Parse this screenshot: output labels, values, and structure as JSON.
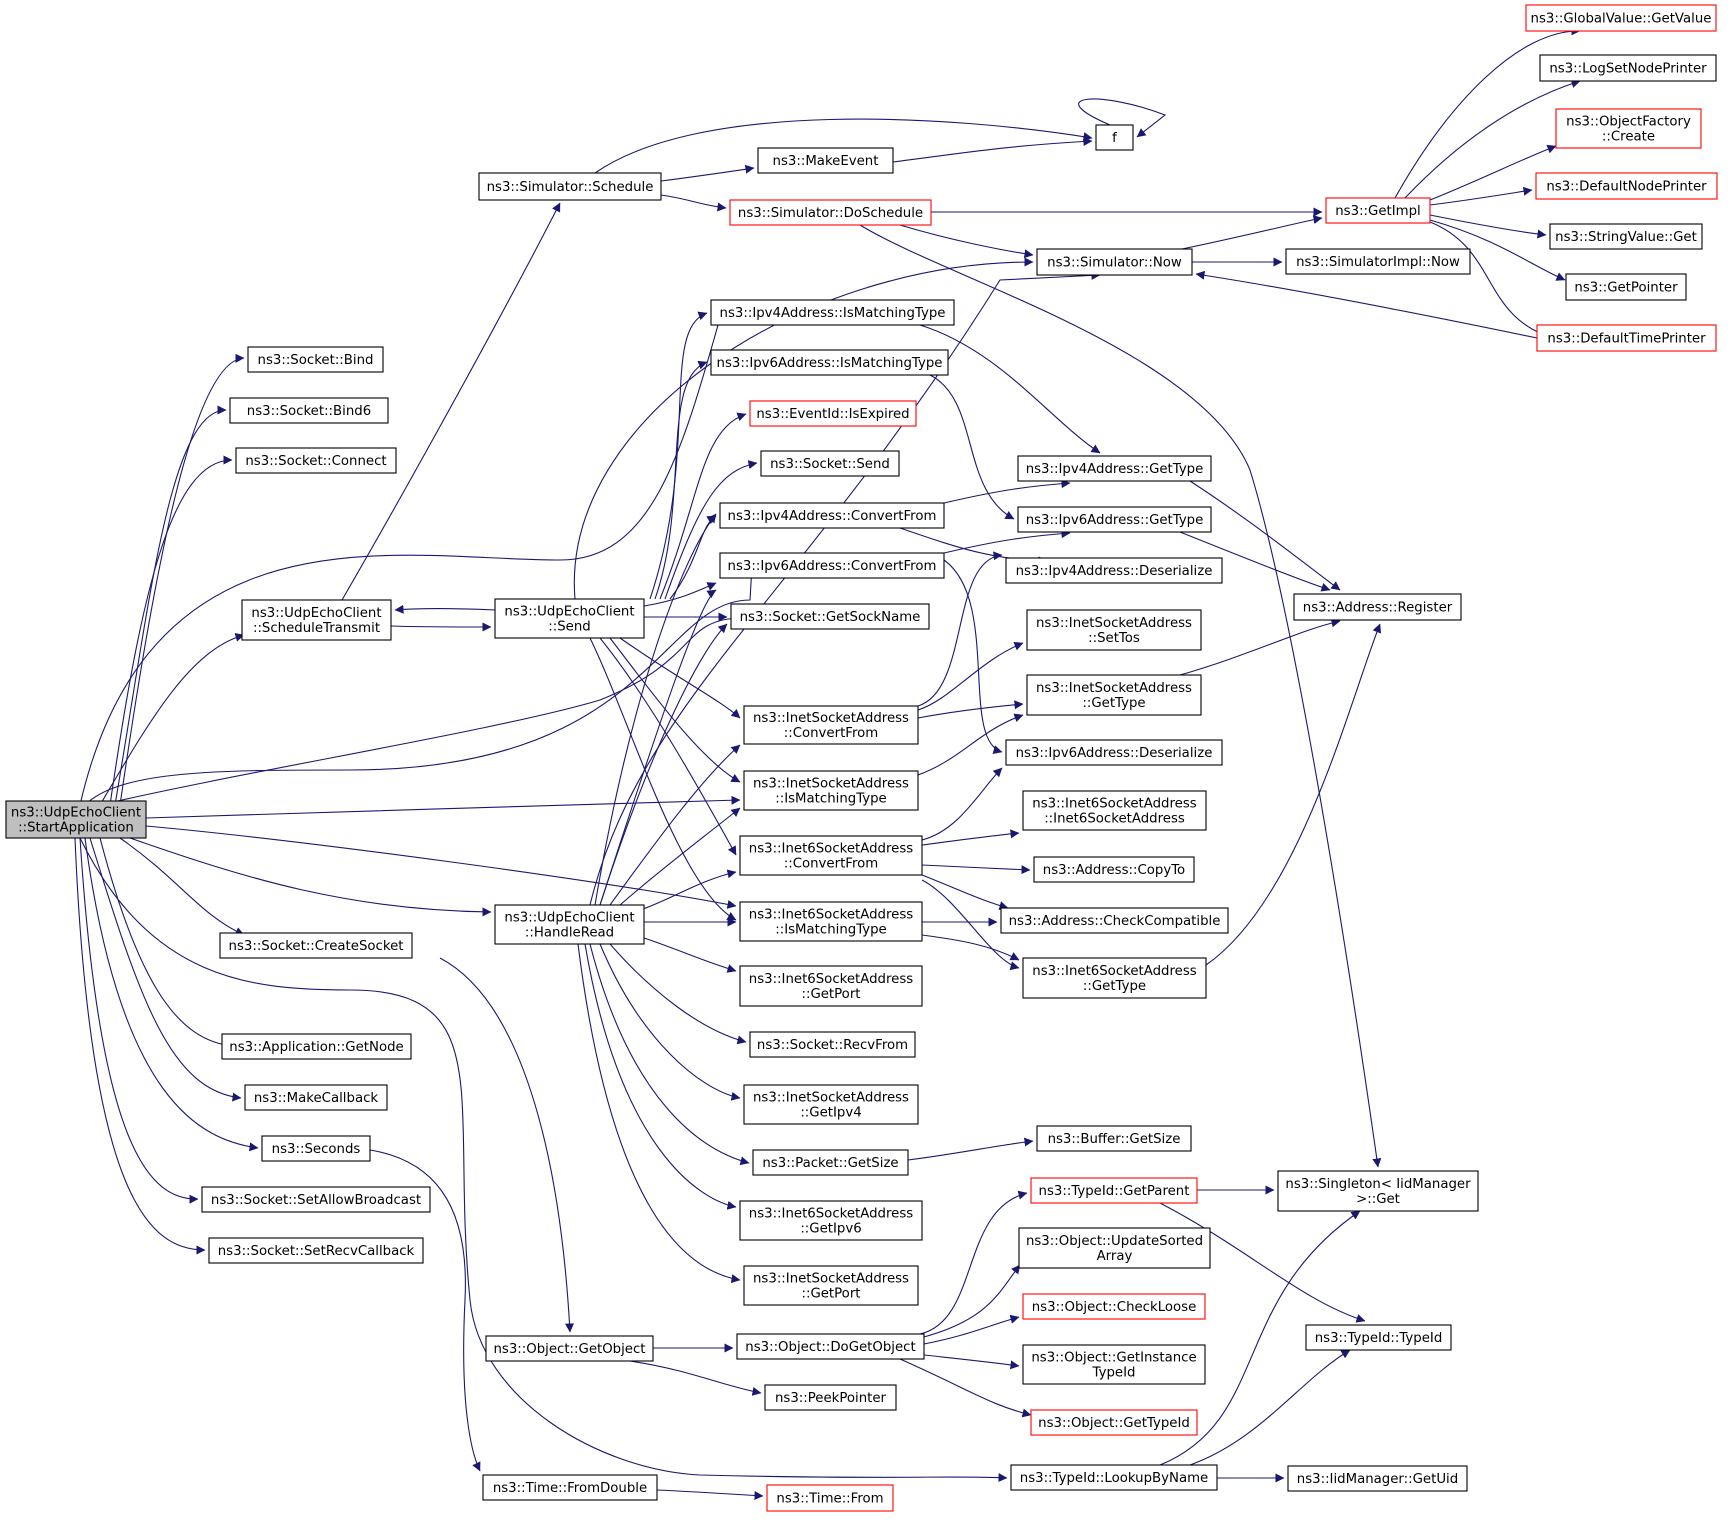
{
  "colors": {
    "edge": "#191970",
    "border": "#000000",
    "truncated_border": "#ff0000",
    "root_fill": "#bfbfbf",
    "background": "#ffffff"
  },
  "nodes": [
    {
      "id": "root",
      "lines": [
        "ns3::UdpEchoClient",
        "::StartApplication"
      ],
      "style": "root"
    },
    {
      "id": "bind",
      "lines": [
        "ns3::Socket::Bind"
      ],
      "style": "normal"
    },
    {
      "id": "bind6",
      "lines": [
        "ns3::Socket::Bind6"
      ],
      "style": "normal"
    },
    {
      "id": "connect",
      "lines": [
        "ns3::Socket::Connect"
      ],
      "style": "normal"
    },
    {
      "id": "schedtx",
      "lines": [
        "ns3::UdpEchoClient",
        "::ScheduleTransmit"
      ],
      "style": "normal"
    },
    {
      "id": "createsock",
      "lines": [
        "ns3::Socket::CreateSocket"
      ],
      "style": "normal"
    },
    {
      "id": "appgetnode",
      "lines": [
        "ns3::Application::GetNode"
      ],
      "style": "normal"
    },
    {
      "id": "makecb",
      "lines": [
        "ns3::MakeCallback"
      ],
      "style": "normal"
    },
    {
      "id": "seconds",
      "lines": [
        "ns3::Seconds"
      ],
      "style": "normal"
    },
    {
      "id": "allowbc",
      "lines": [
        "ns3::Socket::SetAllowBroadcast"
      ],
      "style": "normal"
    },
    {
      "id": "setrecvcb",
      "lines": [
        "ns3::Socket::SetRecvCallback"
      ],
      "style": "normal"
    },
    {
      "id": "simsched",
      "lines": [
        "ns3::Simulator::Schedule"
      ],
      "style": "normal"
    },
    {
      "id": "udpsend",
      "lines": [
        "ns3::UdpEchoClient",
        "::Send"
      ],
      "style": "normal"
    },
    {
      "id": "handleread",
      "lines": [
        "ns3::UdpEchoClient",
        "::HandleRead"
      ],
      "style": "normal"
    },
    {
      "id": "getobject",
      "lines": [
        "ns3::Object::GetObject"
      ],
      "style": "normal"
    },
    {
      "id": "fromdouble",
      "lines": [
        "ns3::Time::FromDouble"
      ],
      "style": "normal"
    },
    {
      "id": "makeevent",
      "lines": [
        "ns3::MakeEvent"
      ],
      "style": "normal"
    },
    {
      "id": "dosched",
      "lines": [
        "ns3::Simulator::DoSchedule"
      ],
      "style": "red"
    },
    {
      "id": "f",
      "lines": [
        "f"
      ],
      "style": "normal"
    },
    {
      "id": "v4match",
      "lines": [
        "ns3::Ipv4Address::IsMatchingType"
      ],
      "style": "normal"
    },
    {
      "id": "v6match",
      "lines": [
        "ns3::Ipv6Address::IsMatchingType"
      ],
      "style": "normal"
    },
    {
      "id": "expired",
      "lines": [
        "ns3::EventId::IsExpired"
      ],
      "style": "red"
    },
    {
      "id": "socksend",
      "lines": [
        "ns3::Socket::Send"
      ],
      "style": "normal"
    },
    {
      "id": "v4conv",
      "lines": [
        "ns3::Ipv4Address::ConvertFrom"
      ],
      "style": "normal"
    },
    {
      "id": "v6conv",
      "lines": [
        "ns3::Ipv6Address::ConvertFrom"
      ],
      "style": "normal"
    },
    {
      "id": "sockname",
      "lines": [
        "ns3::Socket::GetSockName"
      ],
      "style": "normal"
    },
    {
      "id": "inetconv",
      "lines": [
        "ns3::InetSocketAddress",
        "::ConvertFrom"
      ],
      "style": "normal"
    },
    {
      "id": "inetmatch",
      "lines": [
        "ns3::InetSocketAddress",
        "::IsMatchingType"
      ],
      "style": "normal"
    },
    {
      "id": "inet6conv",
      "lines": [
        "ns3::Inet6SocketAddress",
        "::ConvertFrom"
      ],
      "style": "normal"
    },
    {
      "id": "inet6match",
      "lines": [
        "ns3::Inet6SocketAddress",
        "::IsMatchingType"
      ],
      "style": "normal"
    },
    {
      "id": "inet6port",
      "lines": [
        "ns3::Inet6SocketAddress",
        "::GetPort"
      ],
      "style": "normal"
    },
    {
      "id": "recvfrom",
      "lines": [
        "ns3::Socket::RecvFrom"
      ],
      "style": "normal"
    },
    {
      "id": "inetipv4",
      "lines": [
        "ns3::InetSocketAddress",
        "::GetIpv4"
      ],
      "style": "normal"
    },
    {
      "id": "pktsize",
      "lines": [
        "ns3::Packet::GetSize"
      ],
      "style": "normal"
    },
    {
      "id": "inet6ipv6",
      "lines": [
        "ns3::Inet6SocketAddress",
        "::GetIpv6"
      ],
      "style": "normal"
    },
    {
      "id": "inetport",
      "lines": [
        "ns3::InetSocketAddress",
        "::GetPort"
      ],
      "style": "normal"
    },
    {
      "id": "dogetobj",
      "lines": [
        "ns3::Object::DoGetObject"
      ],
      "style": "normal"
    },
    {
      "id": "peekptr",
      "lines": [
        "ns3::PeekPointer"
      ],
      "style": "normal"
    },
    {
      "id": "timefrom",
      "lines": [
        "ns3::Time::From"
      ],
      "style": "red"
    },
    {
      "id": "simnow",
      "lines": [
        "ns3::Simulator::Now"
      ],
      "style": "normal"
    },
    {
      "id": "v4gettype",
      "lines": [
        "ns3::Ipv4Address::GetType"
      ],
      "style": "normal"
    },
    {
      "id": "v6gettype",
      "lines": [
        "ns3::Ipv6Address::GetType"
      ],
      "style": "normal"
    },
    {
      "id": "v4deser",
      "lines": [
        "ns3::Ipv4Address::Deserialize"
      ],
      "style": "normal"
    },
    {
      "id": "settos",
      "lines": [
        "ns3::InetSocketAddress",
        "::SetTos"
      ],
      "style": "normal"
    },
    {
      "id": "inetgettype",
      "lines": [
        "ns3::InetSocketAddress",
        "::GetType"
      ],
      "style": "normal"
    },
    {
      "id": "v6deser",
      "lines": [
        "ns3::Ipv6Address::Deserialize"
      ],
      "style": "normal"
    },
    {
      "id": "inet6ctor",
      "lines": [
        "ns3::Inet6SocketAddress",
        "::Inet6SocketAddress"
      ],
      "style": "normal"
    },
    {
      "id": "copyto",
      "lines": [
        "ns3::Address::CopyTo"
      ],
      "style": "normal"
    },
    {
      "id": "checkcompat",
      "lines": [
        "ns3::Address::CheckCompatible"
      ],
      "style": "normal"
    },
    {
      "id": "inet6gettype",
      "lines": [
        "ns3::Inet6SocketAddress",
        "::GetType"
      ],
      "style": "normal"
    },
    {
      "id": "bufsize",
      "lines": [
        "ns3::Buffer::GetSize"
      ],
      "style": "normal"
    },
    {
      "id": "getparent",
      "lines": [
        "ns3::TypeId::GetParent"
      ],
      "style": "red"
    },
    {
      "id": "updsorted",
      "lines": [
        "ns3::Object::UpdateSorted",
        "Array"
      ],
      "style": "normal"
    },
    {
      "id": "checkloose",
      "lines": [
        "ns3::Object::CheckLoose"
      ],
      "style": "red"
    },
    {
      "id": "getinsttid",
      "lines": [
        "ns3::Object::GetInstance",
        "TypeId"
      ],
      "style": "normal"
    },
    {
      "id": "gettypeid",
      "lines": [
        "ns3::Object::GetTypeId"
      ],
      "style": "red"
    },
    {
      "id": "lookup",
      "lines": [
        "ns3::TypeId::LookupByName"
      ],
      "style": "normal"
    },
    {
      "id": "getimpl",
      "lines": [
        "ns3::GetImpl"
      ],
      "style": "red"
    },
    {
      "id": "simimplnow",
      "lines": [
        "ns3::SimulatorImpl::Now"
      ],
      "style": "normal"
    },
    {
      "id": "addrreg",
      "lines": [
        "ns3::Address::Register"
      ],
      "style": "normal"
    },
    {
      "id": "singleton",
      "lines": [
        "ns3::Singleton< IidManager",
        ">::Get"
      ],
      "style": "normal"
    },
    {
      "id": "typeidctor",
      "lines": [
        "ns3::TypeId::TypeId"
      ],
      "style": "normal"
    },
    {
      "id": "getuid",
      "lines": [
        "ns3::IidManager::GetUid"
      ],
      "style": "normal"
    },
    {
      "id": "gvget",
      "lines": [
        "ns3::GlobalValue::GetValue"
      ],
      "style": "red"
    },
    {
      "id": "lognode",
      "lines": [
        "ns3::LogSetNodePrinter"
      ],
      "style": "normal"
    },
    {
      "id": "objfac",
      "lines": [
        "ns3::ObjectFactory",
        "::Create"
      ],
      "style": "red"
    },
    {
      "id": "defnode",
      "lines": [
        "ns3::DefaultNodePrinter"
      ],
      "style": "red"
    },
    {
      "id": "strval",
      "lines": [
        "ns3::StringValue::Get"
      ],
      "style": "normal"
    },
    {
      "id": "getptr",
      "lines": [
        "ns3::GetPointer"
      ],
      "style": "normal"
    },
    {
      "id": "deftime",
      "lines": [
        "ns3::DefaultTimePrinter"
      ],
      "style": "red"
    }
  ]
}
